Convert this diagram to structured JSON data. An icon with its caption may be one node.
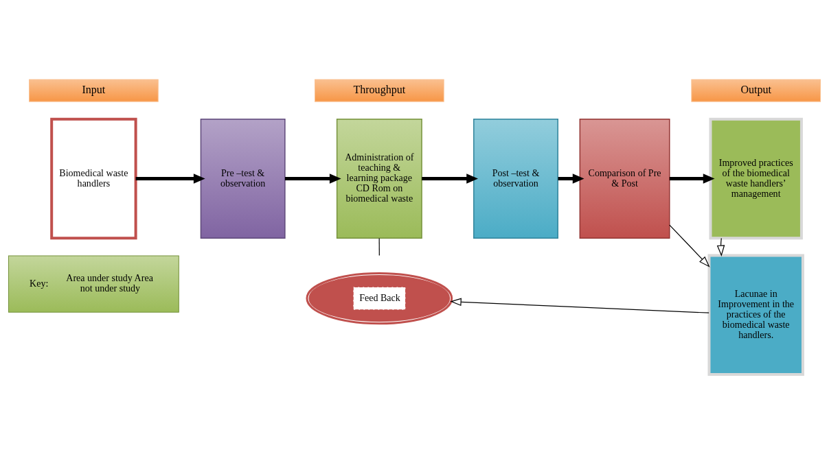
{
  "diagram": {
    "nodes": [
      {
        "text": [
          "Input"
        ]
      },
      {
        "text": [
          "Throughput"
        ]
      },
      {
        "text": [
          "Output"
        ]
      },
      {
        "text": [
          "Biomedical waste handlers"
        ]
      },
      {
        "text": [
          "Pre –test & observation"
        ]
      },
      {
        "text": [
          "Administration of teaching & learning package CD Rom on biomedical waste"
        ]
      },
      {
        "text": [
          "Post –test & observation"
        ]
      },
      {
        "text": [
          "Comparison of Pre & Post"
        ]
      },
      {
        "text": [
          "Improved practices of the biomedical waste handlers’ management"
        ]
      },
      {
        "text": [
          "Lacunae in Improvement in the practices of the biomedical waste handlers."
        ]
      },
      {
        "text": [
          "Feed Back"
        ]
      },
      {
        "text": [
          "Key:",
          "Area under study Area not under study"
        ]
      }
    ],
    "edges": [
      {
        "from": 3,
        "to": 4,
        "arrow": "to"
      },
      {
        "from": 4,
        "to": 5,
        "arrow": "to"
      },
      {
        "from": 5,
        "to": 6,
        "arrow": "to"
      },
      {
        "from": 6,
        "to": 7,
        "arrow": "to"
      },
      {
        "from": 7,
        "to": 8,
        "arrow": "to"
      },
      {
        "from": 7,
        "to": 9,
        "arrow": "to"
      },
      {
        "from": 8,
        "to": 9,
        "arrow": "to"
      },
      {
        "from": 9,
        "to": 10,
        "arrow": "to"
      },
      {
        "from": 5,
        "to": null,
        "arrow": "none"
      }
    ]
  }
}
